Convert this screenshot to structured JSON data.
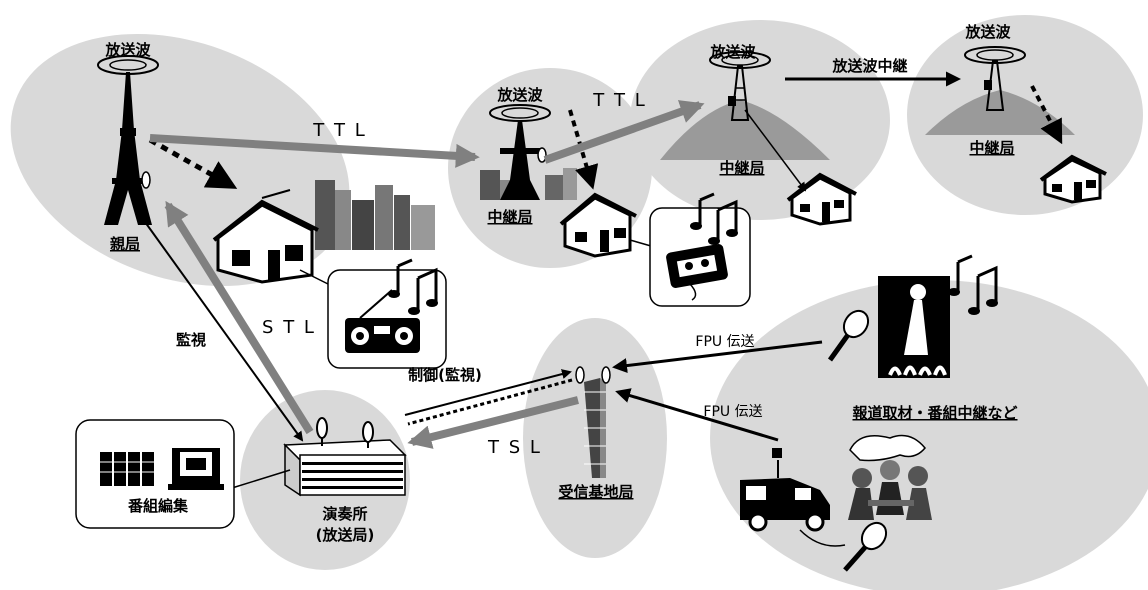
{
  "labels": {
    "wave_parent": "放送波",
    "wave_relay1": "放送波",
    "wave_relay2": "放送波",
    "wave_relay3": "放送波",
    "parent_station": "親局",
    "relay_station_1": "中継局",
    "relay_station_2": "中継局",
    "relay_station_3": "中継局",
    "ttl_1": "T T L",
    "ttl_2": "T T L",
    "wave_relay_link": "放送波中継",
    "stl": "S T L",
    "monitor": "監視",
    "control_monitor": "制御(監視)",
    "tsl": "T S L",
    "fpu_1": "FPU 伝送",
    "fpu_2": "FPU 伝送",
    "reporting": "報道取材・番組中継など",
    "receiving_base": "受信基地局",
    "studio_line1": "演奏所",
    "studio_line2": "(放送局)",
    "program_editing": "番組編集"
  },
  "colors": {
    "region_fill": "#d9d9d9",
    "arrow_gray": "#808080",
    "ink": "#000000"
  }
}
